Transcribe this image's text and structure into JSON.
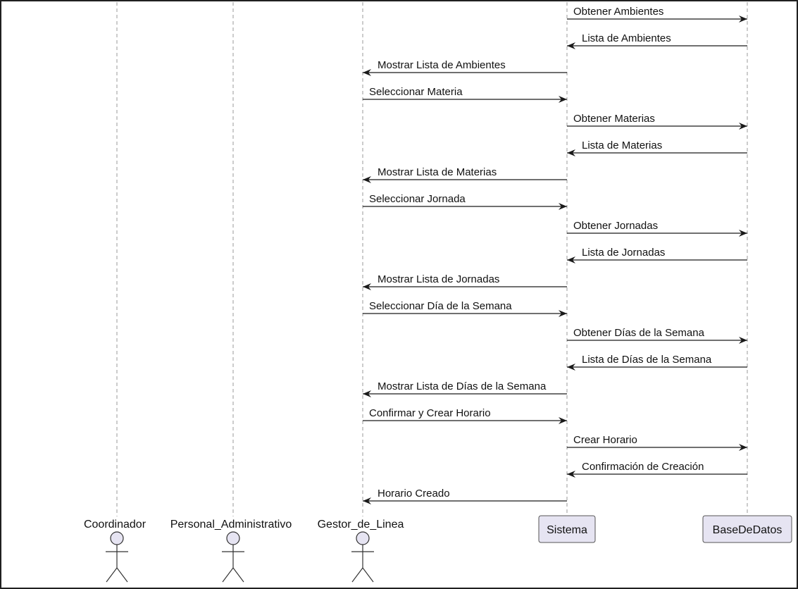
{
  "diagram": {
    "colors": {
      "border": "#202020",
      "lifeline": "#999999",
      "arrow": "#1a1a1a",
      "participant_fill": "#e6e4f2",
      "participant_stroke": "#555555",
      "actor_fill": "#e6e4f2"
    },
    "actors": [
      {
        "id": "coordinador",
        "label": "Coordinador"
      },
      {
        "id": "personal",
        "label": "Personal_Administrativo"
      },
      {
        "id": "gestor",
        "label": "Gestor_de_Linea"
      }
    ],
    "participants": [
      {
        "id": "sistema",
        "label": "Sistema"
      },
      {
        "id": "basededatos",
        "label": "BaseDeDatos"
      }
    ],
    "messages": [
      {
        "from": "sistema",
        "to": "basededatos",
        "label": "Obtener Ambientes"
      },
      {
        "from": "basededatos",
        "to": "sistema",
        "label": "Lista de Ambientes"
      },
      {
        "from": "sistema",
        "to": "gestor",
        "label": "Mostrar Lista de Ambientes"
      },
      {
        "from": "gestor",
        "to": "sistema",
        "label": "Seleccionar Materia"
      },
      {
        "from": "sistema",
        "to": "basededatos",
        "label": "Obtener Materias"
      },
      {
        "from": "basededatos",
        "to": "sistema",
        "label": "Lista de Materias"
      },
      {
        "from": "sistema",
        "to": "gestor",
        "label": "Mostrar Lista de Materias"
      },
      {
        "from": "gestor",
        "to": "sistema",
        "label": "Seleccionar Jornada"
      },
      {
        "from": "sistema",
        "to": "basededatos",
        "label": "Obtener Jornadas"
      },
      {
        "from": "basededatos",
        "to": "sistema",
        "label": "Lista de Jornadas"
      },
      {
        "from": "sistema",
        "to": "gestor",
        "label": "Mostrar Lista de Jornadas"
      },
      {
        "from": "gestor",
        "to": "sistema",
        "label": "Seleccionar Día de la Semana"
      },
      {
        "from": "sistema",
        "to": "basededatos",
        "label": "Obtener Días de la Semana"
      },
      {
        "from": "basededatos",
        "to": "sistema",
        "label": "Lista de Días de la Semana"
      },
      {
        "from": "sistema",
        "to": "gestor",
        "label": "Mostrar Lista de Días de la Semana"
      },
      {
        "from": "gestor",
        "to": "sistema",
        "label": "Confirmar y Crear Horario"
      },
      {
        "from": "sistema",
        "to": "basededatos",
        "label": "Crear Horario"
      },
      {
        "from": "basededatos",
        "to": "sistema",
        "label": "Confirmación de Creación"
      },
      {
        "from": "sistema",
        "to": "gestor",
        "label": "Horario Creado"
      }
    ]
  }
}
